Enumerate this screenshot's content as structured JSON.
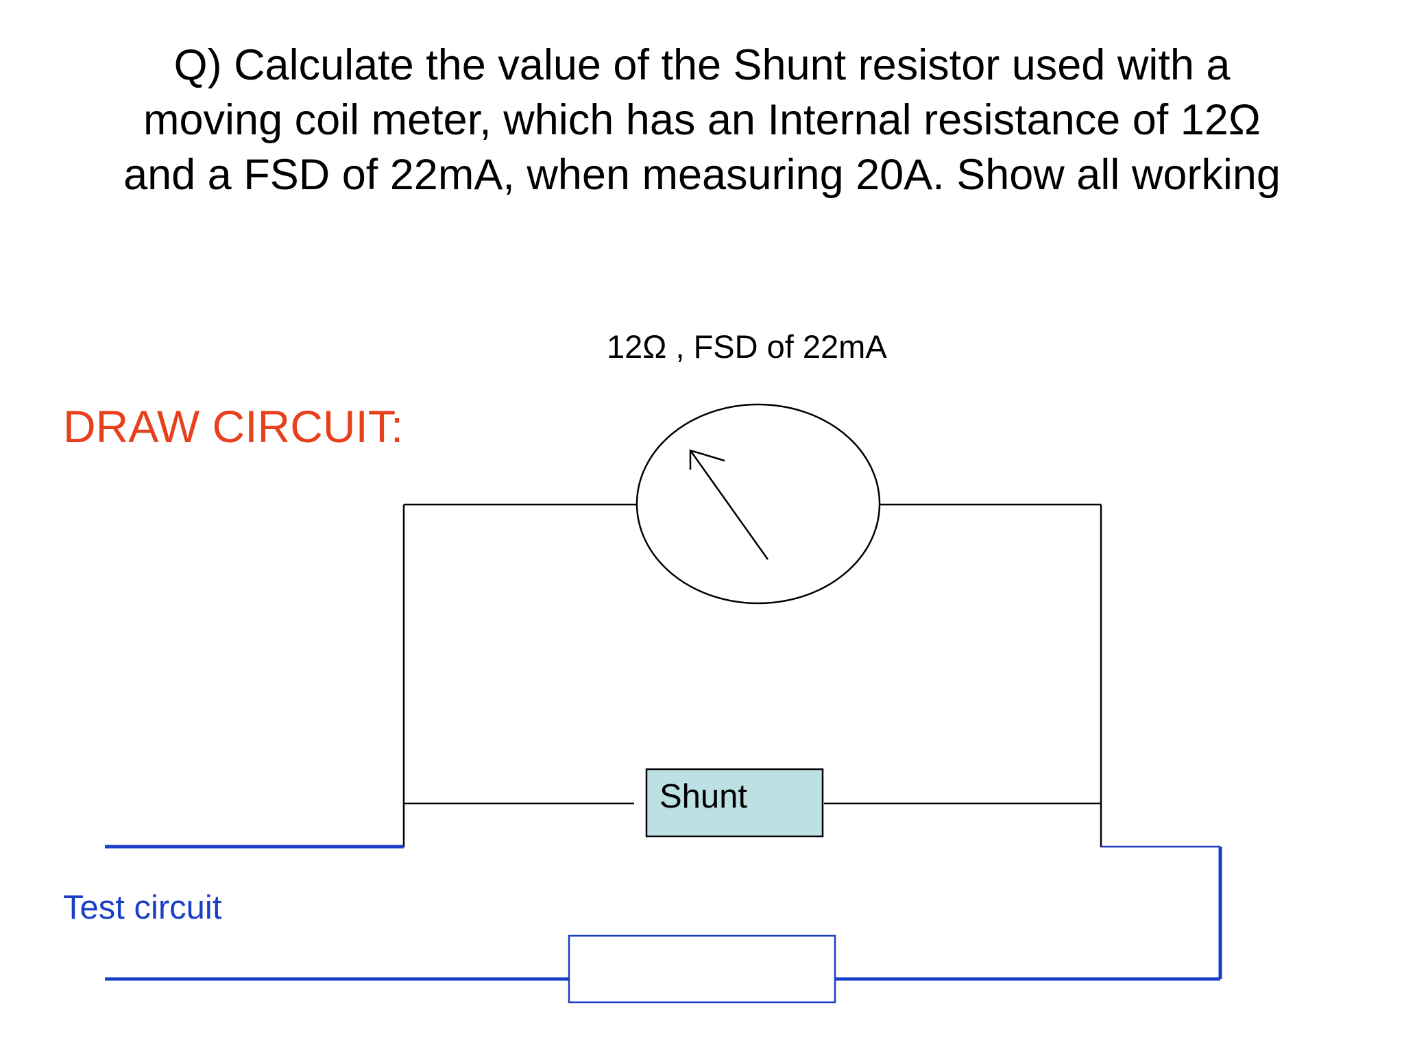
{
  "question": {
    "line1": "Q)  Calculate the value of the Shunt resistor used with a",
    "line2": "moving coil meter, which has an Internal resistance of 12Ω",
    "line3": "and a FSD of 22mA, when measuring 20A. Show all working"
  },
  "diagram": {
    "heading": "DRAW CIRCUIT:",
    "meter_caption": "12Ω , FSD of 22mA",
    "shunt_label": "Shunt",
    "test_circuit_label": "Test circuit",
    "colors": {
      "heading": "#e8401c",
      "test_circuit_wire": "#1a3fc4",
      "shunt_fill": "#bde0e4",
      "meter_wire": "#000000"
    }
  }
}
